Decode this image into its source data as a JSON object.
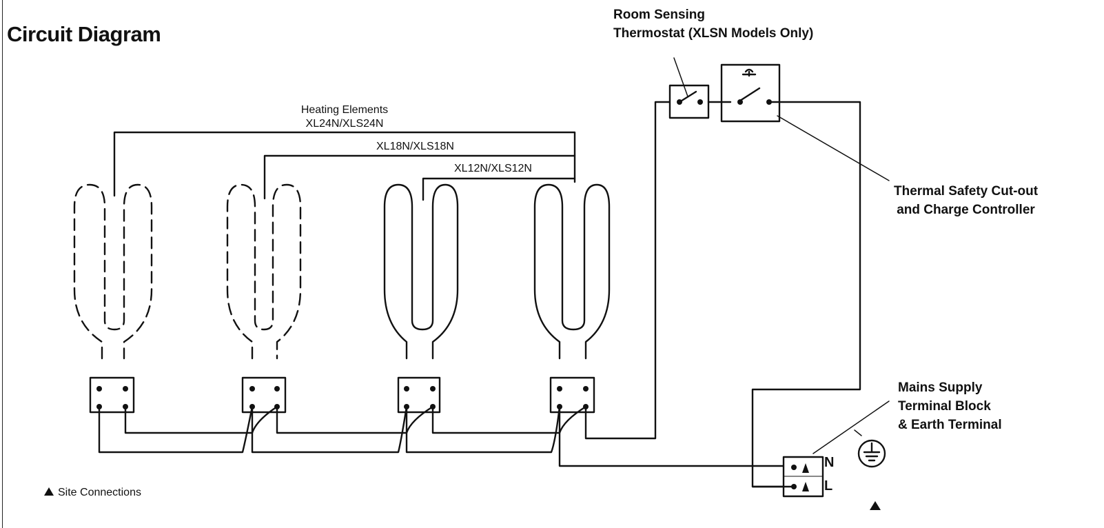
{
  "diagram": {
    "title": "Circuit Diagram",
    "heating_elements": {
      "heading": "Heating Elements",
      "label_24": "XL24N/XLS24N",
      "label_18": "XL18N/XLS18N",
      "label_12": "XL12N/XLS12N"
    },
    "room_thermostat": {
      "line1": "Room Sensing",
      "line2": "Thermostat (XLSN Models Only)"
    },
    "thermal_cutout": {
      "line1": "Thermal Safety Cut-out",
      "line2": "and Charge Controller"
    },
    "mains_supply": {
      "line1": "Mains Supply",
      "line2": "Terminal Block",
      "line3": "& Earth Terminal"
    },
    "terminals": {
      "neutral": "N",
      "live": "L"
    },
    "legend": {
      "site_connections": "Site Connections"
    },
    "colors": {
      "ink": "#111111",
      "background": "#ffffff"
    }
  }
}
